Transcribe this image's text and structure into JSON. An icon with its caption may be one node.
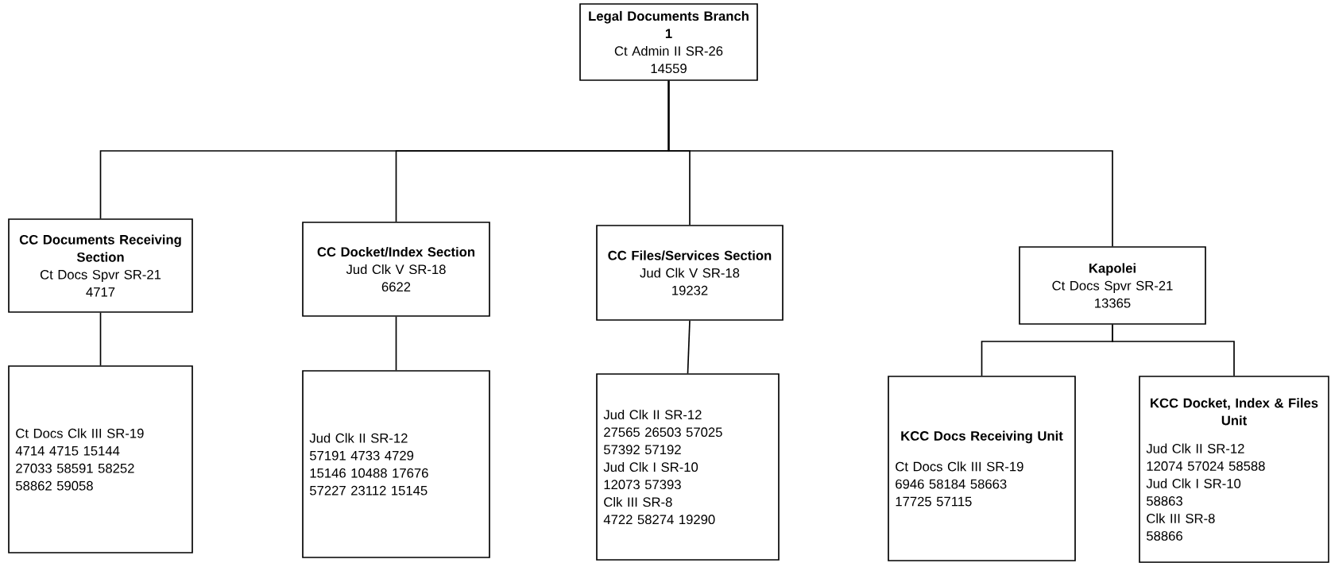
{
  "diagram": {
    "nodes": [
      {
        "text": [
          "Legal Documents Branch 1",
          "Ct Admin II SR-26",
          "14559"
        ]
      },
      {
        "text": [
          "CC Documents Receiving Section",
          "Ct Docs Spvr SR-21",
          "4717"
        ]
      },
      {
        "text": [
          "CC Docket/Index Section",
          "Jud Clk V SR-18",
          "6622"
        ]
      },
      {
        "text": [
          "CC Files/Services Section",
          "Jud Clk V SR-18",
          "19232"
        ]
      },
      {
        "text": [
          "Kapolei",
          "Ct Docs Spvr SR-21",
          "13365"
        ]
      },
      {
        "text": [
          "Ct Docs Clk III SR-19",
          "4714 4715 15144",
          "27033 58591 58252",
          "58862 59058"
        ]
      },
      {
        "text": [
          "Jud Clk II SR-12",
          "57191 4733 4729",
          "15146 10488 17676",
          "57227 23112 15145"
        ]
      },
      {
        "text": [
          "Jud Clk II SR-12",
          "27565 26503 57025",
          "57392 57192",
          "Jud Clk I SR-10",
          "12073 57393",
          "Clk III SR-8",
          "4722 58274 19290"
        ]
      },
      {
        "text": [
          "KCC Docs Receiving Unit",
          "Ct Docs Clk III SR-19",
          "6946 58184 58663",
          "17725 57115"
        ]
      },
      {
        "text": [
          "KCC Docket, Index & Files Unit",
          "Jud Clk II SR-12",
          "12074 57024 58588",
          "Jud Clk I SR-10",
          "58863",
          "Clk III SR-8",
          "58866"
        ]
      }
    ],
    "edges": [
      {
        "from": 0,
        "to": 1,
        "arrow": "none"
      },
      {
        "from": 0,
        "to": 2,
        "arrow": "none"
      },
      {
        "from": 0,
        "to": 3,
        "arrow": "none"
      },
      {
        "from": 0,
        "to": 4,
        "arrow": "none"
      },
      {
        "from": 1,
        "to": 5,
        "arrow": "none"
      },
      {
        "from": 2,
        "to": 6,
        "arrow": "none"
      },
      {
        "from": 3,
        "to": 7,
        "arrow": "none"
      },
      {
        "from": 4,
        "to": 8,
        "arrow": "none"
      },
      {
        "from": 4,
        "to": 9,
        "arrow": "none"
      }
    ]
  }
}
